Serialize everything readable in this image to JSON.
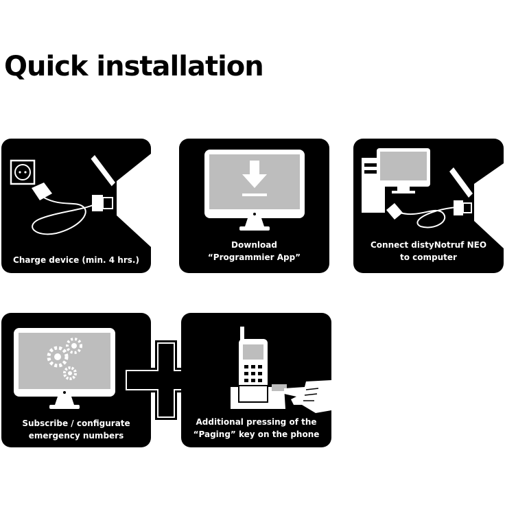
{
  "title": "Quick installation",
  "colors": {
    "tile_bg": "#000000",
    "text": "#ffffff",
    "screen": "#bdbdbd"
  },
  "steps": [
    {
      "icons": [
        "power-socket-icon",
        "usb-cable-icon",
        "emergency-device-icon"
      ],
      "caption": [
        "Charge device (min. 4 hrs.)"
      ]
    },
    {
      "icons": [
        "monitor-icon",
        "download-icon"
      ],
      "caption": [
        "Download",
        "“Programmier App”"
      ]
    },
    {
      "icons": [
        "desktop-computer-icon",
        "usb-cable-icon",
        "emergency-device-icon"
      ],
      "caption": [
        "Connect distyNotruf NEO",
        "to computer"
      ]
    },
    {
      "icons": [
        "monitor-icon",
        "gears-icon"
      ],
      "caption": [
        "Subscribe / configurate",
        "emergency numbers"
      ]
    },
    {
      "icons": [
        "cordless-phone-icon",
        "pointing-hand-icon"
      ],
      "caption": [
        "Additional pressing of the",
        "“Paging” key on the phone"
      ]
    }
  ],
  "connector_icon": "plus-icon"
}
